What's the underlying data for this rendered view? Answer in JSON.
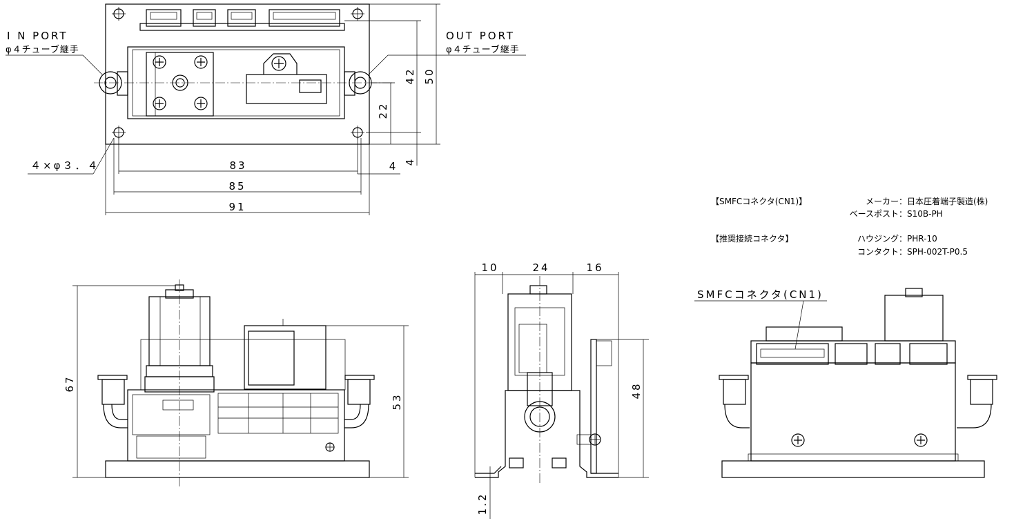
{
  "labels": {
    "in_port": "I N PORT",
    "in_fitting": "φ４チューブ継手",
    "out_port": "OUT PORT",
    "out_fitting": "φ４チューブ継手",
    "holes": "４×φ３．４",
    "smfc_connector": "SMFCコネクタ(CN1)"
  },
  "dims_top": {
    "d83": "83",
    "d85": "85",
    "d91": "91",
    "d4h": "4",
    "d42": "42",
    "d50": "50",
    "d22": "22",
    "d4v": "4"
  },
  "dims_front": {
    "d67": "67",
    "d53": "53"
  },
  "dims_side": {
    "d10": "10",
    "d24": "24",
    "d16": "16",
    "d48": "48",
    "d1_2": "1.2"
  },
  "spec": {
    "smfc_title": "【SMFCコネクタ(CN1)】",
    "maker_label": "メーカー",
    "maker_value": "：日本圧着端子製造(株)",
    "base_post_label": "ベースポスト",
    "base_post_value": "：S10B-PH",
    "rec_title": "【推奨接続コネクタ】",
    "housing_label": "ハウジング",
    "housing_value": "：PHR-10",
    "contact_label": "コンタクト",
    "contact_value": "：SPH-002T-P0.5"
  }
}
